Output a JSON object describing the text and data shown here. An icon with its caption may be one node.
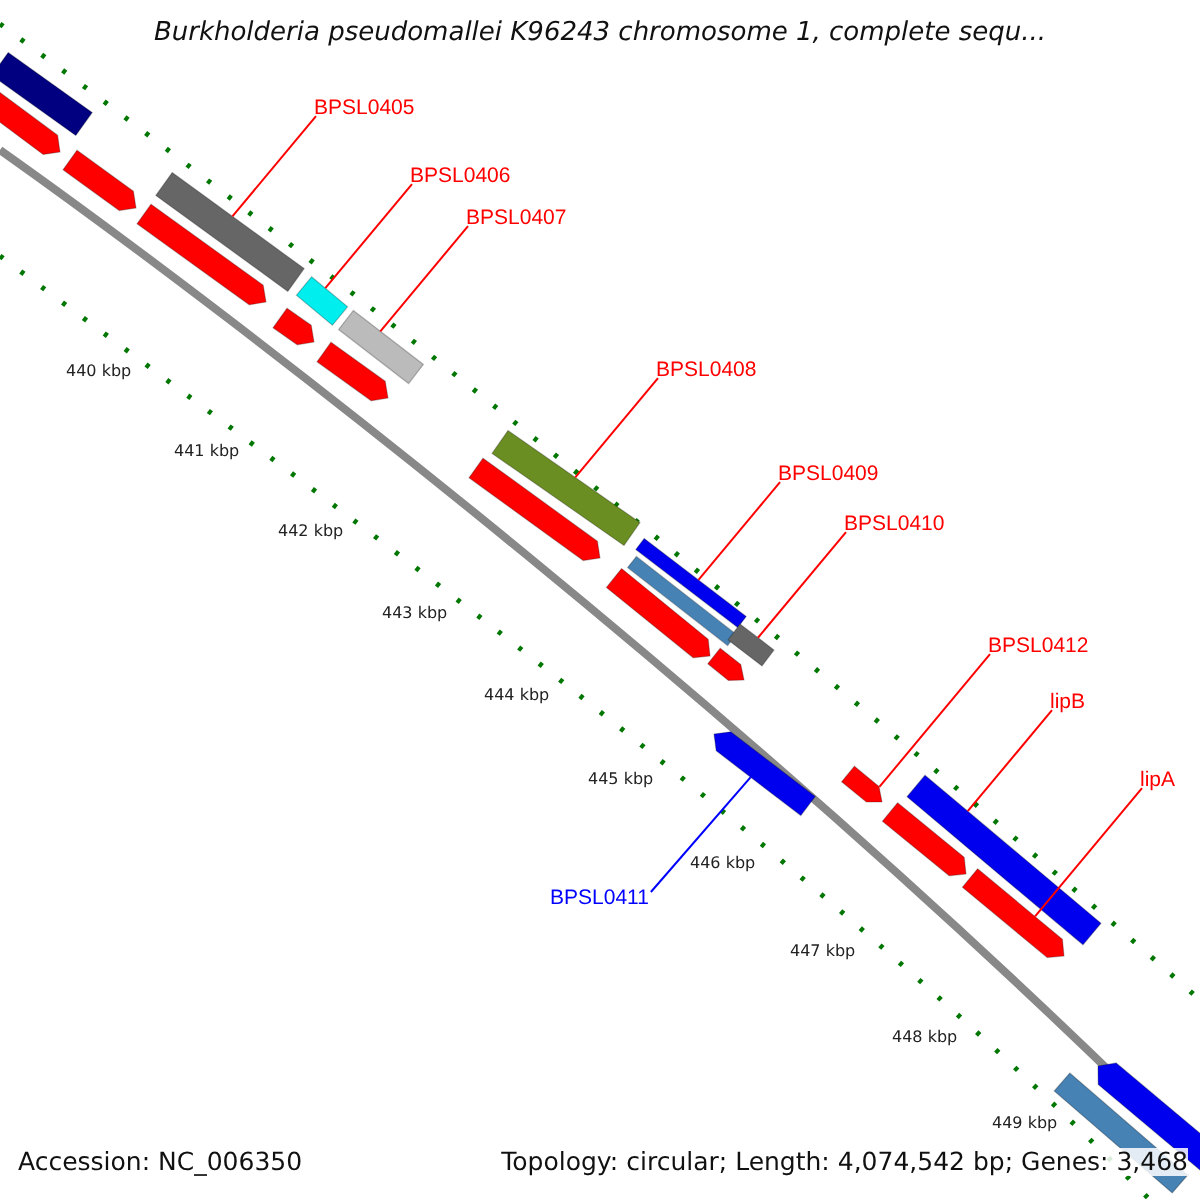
{
  "diagram": {
    "title": "Burkholderia pseudomallei K96243 chromosome 1, complete sequ...",
    "nodes": [
      {
        "text": [
          "BPSL0405"
        ]
      },
      {
        "text": [
          "BPSL0406"
        ]
      },
      {
        "text": [
          "BPSL0407"
        ]
      },
      {
        "text": [
          "BPSL0408"
        ]
      },
      {
        "text": [
          "BPSL0409"
        ]
      },
      {
        "text": [
          "BPSL0410"
        ]
      },
      {
        "text": [
          "BPSL0412"
        ]
      },
      {
        "text": [
          "lipB"
        ]
      },
      {
        "text": [
          "lipA"
        ]
      },
      {
        "text": [
          "BPSL0411"
        ]
      },
      {
        "text": [],
        "shape": "bar"
      },
      {
        "text": [],
        "shape": "arrow"
      },
      {
        "text": [],
        "shape": "arrow"
      },
      {
        "text": [],
        "shape": "arrow"
      },
      {
        "text": [],
        "shape": "bar"
      },
      {
        "text": [],
        "shape": "arrow"
      },
      {
        "text": [],
        "shape": "bar"
      },
      {
        "text": [],
        "shape": "arrow"
      },
      {
        "text": [],
        "shape": "bar"
      },
      {
        "text": [],
        "shape": "arrow"
      },
      {
        "text": [],
        "shape": "bar"
      },
      {
        "text": [],
        "shape": "arrow"
      },
      {
        "text": [],
        "shape": "bar"
      },
      {
        "text": [],
        "shape": "bar"
      },
      {
        "text": [],
        "shape": "arrow"
      },
      {
        "text": [],
        "shape": "arrow"
      },
      {
        "text": [],
        "shape": "bar"
      },
      {
        "text": [],
        "shape": "arrow"
      },
      {
        "text": [],
        "shape": "arrow"
      },
      {
        "text": [],
        "shape": "bar"
      },
      {
        "text": [],
        "shape": "arrow"
      },
      {
        "text": [],
        "shape": "bar"
      },
      {
        "text": [],
        "shape": "arrow"
      }
    ],
    "edges": [
      {
        "from": 0,
        "to": 14,
        "arrow": "none"
      },
      {
        "from": 1,
        "to": 16,
        "arrow": "none"
      },
      {
        "from": 2,
        "to": 18,
        "arrow": "none"
      },
      {
        "from": 3,
        "to": 20,
        "arrow": "none"
      },
      {
        "from": 4,
        "to": 23,
        "arrow": "none"
      },
      {
        "from": 5,
        "to": 26,
        "arrow": "none"
      },
      {
        "from": 6,
        "to": 27,
        "arrow": "none"
      },
      {
        "from": 7,
        "to": 29,
        "arrow": "none"
      },
      {
        "from": 8,
        "to": 30,
        "arrow": "none"
      },
      {
        "from": 9,
        "to": 25,
        "arrow": "none",
        "color": "#0000ff"
      }
    ],
    "labels": [
      "440 kbp",
      "441 kbp",
      "442 kbp",
      "443 kbp",
      "444 kbp",
      "445 kbp",
      "446 kbp",
      "447 kbp",
      "448 kbp",
      "449 kbp",
      "Accession: NC_006350",
      "Topology: circular; Length: 4,074,542 bp; Genes: 3,468"
    ]
  }
}
